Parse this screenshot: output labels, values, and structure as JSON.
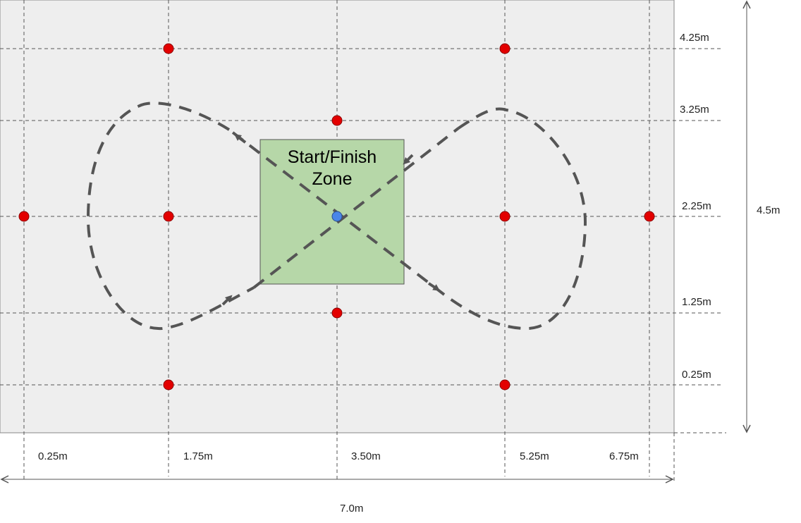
{
  "zone": {
    "line1": "Start/Finish",
    "line2": "Zone"
  },
  "y_labels": [
    "4.25m",
    "3.25m",
    "2.25m",
    "1.25m",
    "0.25m"
  ],
  "x_labels": [
    "0.25m",
    "1.75m",
    "3.50m",
    "5.25m",
    "6.75m"
  ],
  "width_label": "7.0m",
  "height_label": "4.5m",
  "colors": {
    "field": "#eeeeee",
    "zone": "#b6d7a8",
    "marker": "#e30000",
    "center": "#4a86e8",
    "path": "#555555",
    "grid": "#555555"
  }
}
